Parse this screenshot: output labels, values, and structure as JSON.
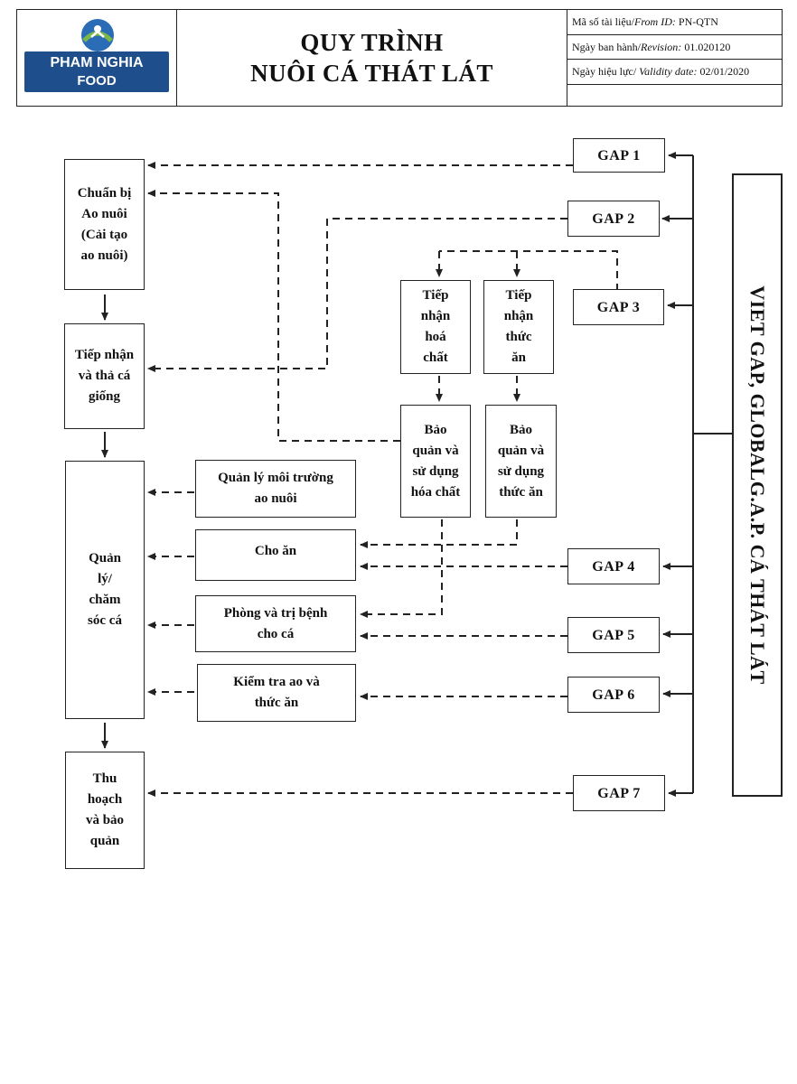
{
  "header": {
    "logo_line1": "PHAM NGHIA",
    "logo_line2": "FOOD",
    "title_line1": "QUY TRÌNH",
    "title_line2": "NUÔI CÁ THÁT LÁT",
    "meta": {
      "doc_id_label": "Mã số tài liệu/",
      "doc_id_label_en": "From ID:",
      "doc_id_value": "PN-QTN",
      "issue_label": "Ngày ban hành/",
      "issue_label_en": "Revision:",
      "issue_value": "01.020120",
      "effective_label": "Ngày hiệu lực/",
      "effective_label_en": "Validity date:",
      "effective_value": "02/01/2020"
    }
  },
  "steps": {
    "prepare_pond": [
      "Chuẩn bị",
      "Ao nuôi",
      "(Cải tạo",
      "ao nuôi)"
    ],
    "receive_fingerlings": [
      "Tiếp nhận",
      "và thả cá",
      "giống"
    ],
    "manage_care": [
      "Quản",
      "lý/",
      "chăm",
      "sóc cá"
    ],
    "harvest": [
      "Thu",
      "hoạch",
      "và bảo",
      "quản"
    ],
    "receive_chemicals": [
      "Tiếp",
      "nhận",
      "hoá",
      "chất"
    ],
    "receive_feed": [
      "Tiếp",
      "nhận",
      "thức",
      "ăn"
    ],
    "store_chemicals": [
      "Bảo",
      "quản và",
      "sử dụng",
      "hóa chất"
    ],
    "store_feed": [
      "Bảo",
      "quản và",
      "sử dụng",
      "thức ăn"
    ],
    "pond_environment": [
      "Quản lý môi trường",
      "ao nuôi"
    ],
    "feeding": [
      "Cho ăn"
    ],
    "disease": [
      "Phòng và trị bệnh",
      "cho cá"
    ],
    "inspect": [
      "Kiểm tra ao và",
      "thức ăn"
    ]
  },
  "gap_labels": [
    "GAP 1",
    "GAP 2",
    "GAP 3",
    "GAP 4",
    "GAP 5",
    "GAP 6",
    "GAP 7"
  ],
  "standard_banner": "VIET GAP, GLOBALG.A.P. CÁ THÁT LÁT",
  "colors": {
    "logo_blue": "#1f4e8c",
    "logo_green": "#7ab648",
    "line": "#222222"
  }
}
